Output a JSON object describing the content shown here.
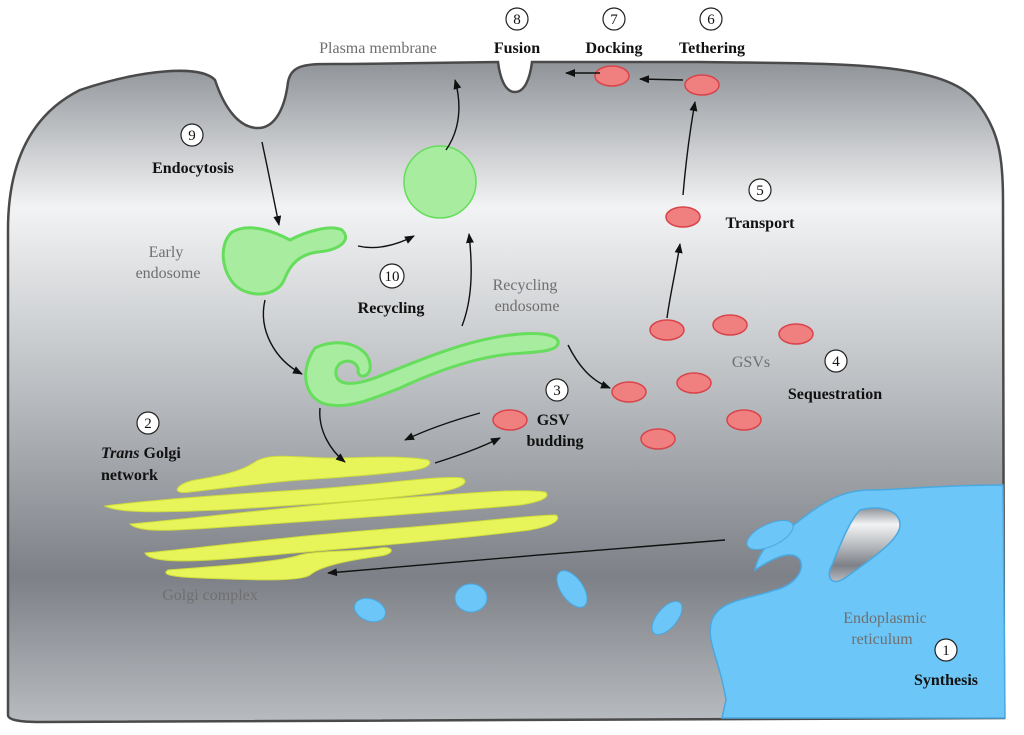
{
  "labels": {
    "plasma_membrane": "Plasma membrane",
    "early_endosome": [
      "Early",
      "endosome"
    ],
    "recycling_endosome": [
      "Recycling",
      "endosome"
    ],
    "gsvs": "GSVs",
    "golgi_complex": "Golgi complex",
    "er": [
      "Endoplasmic",
      "reticulum"
    ]
  },
  "steps": [
    {
      "num": "1",
      "label": [
        "Synthesis"
      ]
    },
    {
      "num": "2",
      "label_italic": "Trans",
      "label": [
        " Golgi",
        "network"
      ]
    },
    {
      "num": "3",
      "label": [
        "GSV",
        "budding"
      ]
    },
    {
      "num": "4",
      "label": [
        "Sequestration"
      ]
    },
    {
      "num": "5",
      "label": [
        "Transport"
      ]
    },
    {
      "num": "6",
      "label": [
        "Tethering"
      ]
    },
    {
      "num": "7",
      "label": [
        "Docking"
      ]
    },
    {
      "num": "8",
      "label": [
        "Fusion"
      ]
    },
    {
      "num": "9",
      "label": [
        "Endocytosis"
      ]
    },
    {
      "num": "10",
      "label": [
        "Recycling"
      ]
    }
  ],
  "colors": {
    "endosome_fill": "#a8eca0",
    "endosome_stroke": "#66dd5c",
    "golgi_fill": "#e8f55a",
    "gsv_fill": "#f08080",
    "er_fill": "#6cc6f7"
  }
}
